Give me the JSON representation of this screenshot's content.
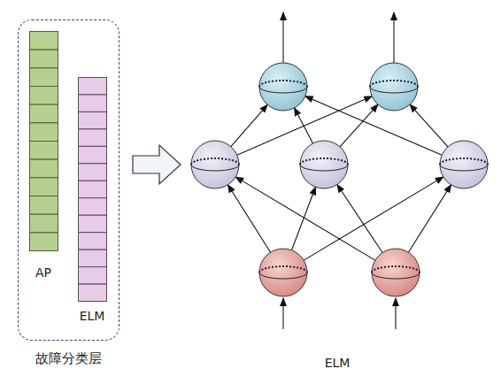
{
  "diagram": {
    "nodes": [
      {
        "text": [
          "故障分类层"
        ]
      },
      {
        "text": [
          "AP"
        ],
        "in": 0
      },
      {
        "text": [
          "ELM"
        ],
        "in": 0
      }
    ],
    "labels": [
      "ELM"
    ]
  }
}
